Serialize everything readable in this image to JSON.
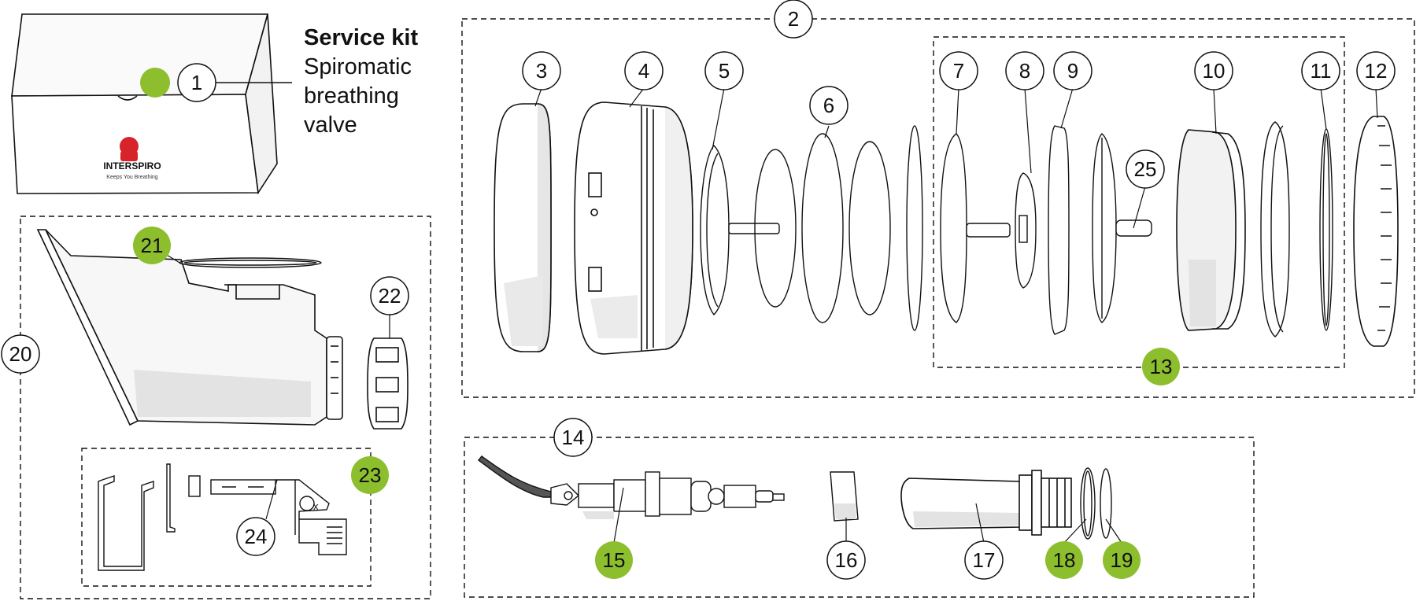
{
  "service_kit": {
    "title": "Service kit",
    "line1": "Spiromatic",
    "line2": "breathing",
    "line3": "valve"
  },
  "box": {
    "brand": "INTERSPIRO",
    "tagline": "Keeps You Breathing"
  },
  "colors": {
    "highlight": "#8cbe2e",
    "stroke": "#111111",
    "part_shade": "#e6e6e6"
  },
  "callouts": [
    {
      "id": "c1",
      "label": "1",
      "highlight": false
    },
    {
      "id": "c2",
      "label": "2",
      "highlight": false
    },
    {
      "id": "c3",
      "label": "3",
      "highlight": false
    },
    {
      "id": "c4",
      "label": "4",
      "highlight": false
    },
    {
      "id": "c5",
      "label": "5",
      "highlight": false
    },
    {
      "id": "c6",
      "label": "6",
      "highlight": false
    },
    {
      "id": "c7",
      "label": "7",
      "highlight": false
    },
    {
      "id": "c8",
      "label": "8",
      "highlight": false
    },
    {
      "id": "c9",
      "label": "9",
      "highlight": false
    },
    {
      "id": "c10",
      "label": "10",
      "highlight": false
    },
    {
      "id": "c11",
      "label": "11",
      "highlight": false
    },
    {
      "id": "c12",
      "label": "12",
      "highlight": false
    },
    {
      "id": "c13",
      "label": "13",
      "highlight": true
    },
    {
      "id": "c14",
      "label": "14",
      "highlight": false
    },
    {
      "id": "c15",
      "label": "15",
      "highlight": true
    },
    {
      "id": "c16",
      "label": "16",
      "highlight": false
    },
    {
      "id": "c17",
      "label": "17",
      "highlight": false
    },
    {
      "id": "c18",
      "label": "18",
      "highlight": true
    },
    {
      "id": "c19",
      "label": "19",
      "highlight": true
    },
    {
      "id": "c20",
      "label": "20",
      "highlight": false
    },
    {
      "id": "c21",
      "label": "21",
      "highlight": true
    },
    {
      "id": "c22",
      "label": "22",
      "highlight": false
    },
    {
      "id": "c23",
      "label": "23",
      "highlight": true
    },
    {
      "id": "c24",
      "label": "24",
      "highlight": false
    },
    {
      "id": "c25",
      "label": "25",
      "highlight": false
    }
  ],
  "part_label_x": "x"
}
